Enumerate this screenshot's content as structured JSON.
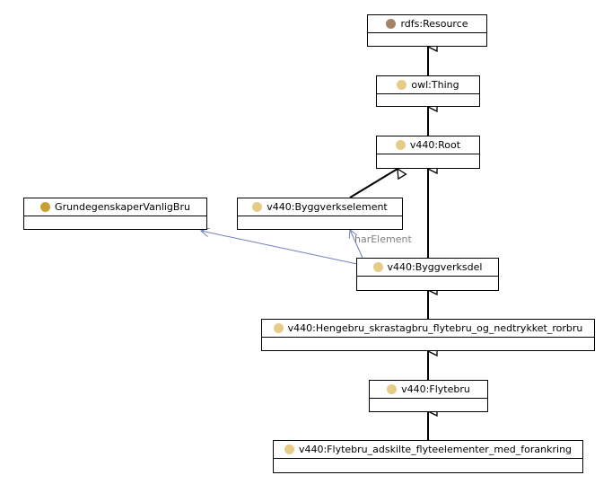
{
  "nodes": [
    {
      "id": "rdfs-resource",
      "label": "rdfs:Resource",
      "dot_color": "#a5826a"
    },
    {
      "id": "owl-thing",
      "label": "owl:Thing",
      "dot_color": "#e6cc86"
    },
    {
      "id": "root",
      "label": "v440:Root",
      "dot_color": "#e6cc86"
    },
    {
      "id": "grunnegenskaper",
      "label": "GrundegenskaperVanligBru",
      "dot_color": "#c8a030"
    },
    {
      "id": "byggverkselement",
      "label": "v440:Byggverkselement",
      "dot_color": "#e6cc86"
    },
    {
      "id": "byggverksdel",
      "label": "v440:Byggverksdel",
      "dot_color": "#e6cc86"
    },
    {
      "id": "hengebru",
      "label": "v440:Hengebru_skrastagbru_flytebru_og_nedtrykket_rorbru",
      "dot_color": "#e6cc86"
    },
    {
      "id": "flytebru",
      "label": "v440:Flytebru",
      "dot_color": "#e6cc86"
    },
    {
      "id": "flytebru-adskilte",
      "label": "v440:Flytebru_adskilte_flyteelementer_med_forankring",
      "dot_color": "#e6cc86"
    }
  ],
  "edges": {
    "harElement_label": "harElement"
  },
  "colors": {
    "inheritance": "#000000",
    "association": "#6e7fb8",
    "edge_label": "#808080"
  }
}
